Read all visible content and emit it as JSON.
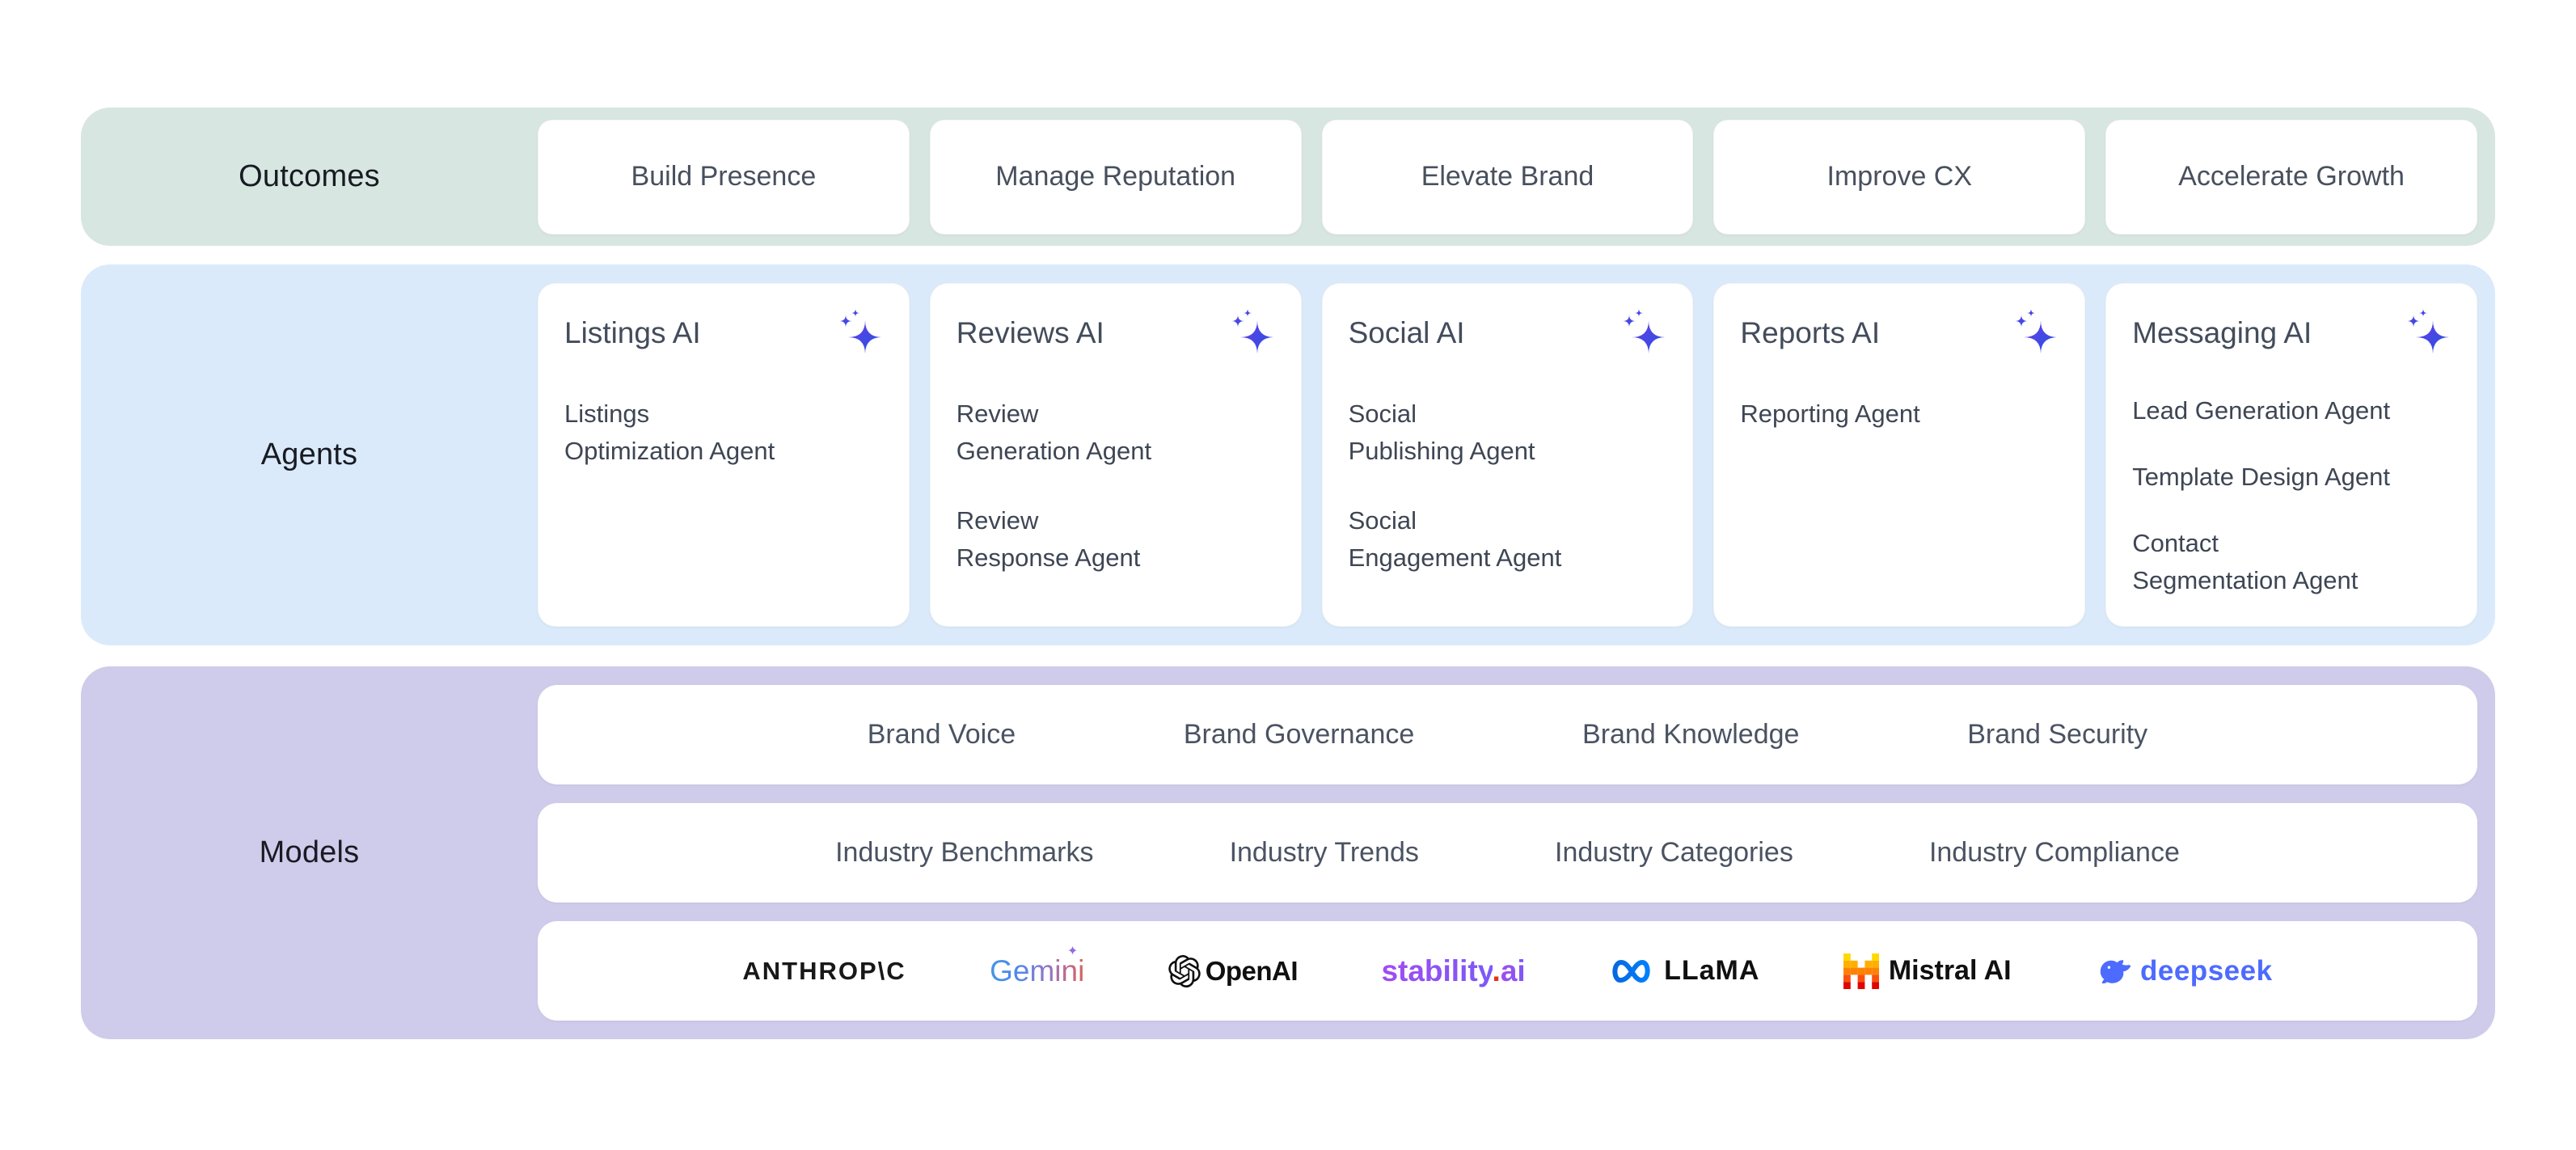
{
  "palette": {
    "outcomes_band": "#d8e6e1",
    "agents_band": "#dbeafb",
    "models_band": "#cfcbea",
    "card_bg": "#ffffff",
    "heading_text": "#171b22",
    "card_text": "#434c5b",
    "sparkle_gradient_start": "#6a3de8",
    "sparkle_gradient_end": "#2153e0",
    "deepseek_blue": "#4d6bfe",
    "stability_purple": "#8a4bf0",
    "stability_dot_red": "#e03616",
    "meta_blue": "#0668e1"
  },
  "rows": {
    "outcomes": {
      "label": "Outcomes",
      "items": [
        "Build Presence",
        "Manage Reputation",
        "Elevate Brand",
        "Improve CX",
        "Accelerate Growth"
      ]
    },
    "agents": {
      "label": "Agents",
      "cards": [
        {
          "title": "Listings AI",
          "sub_agents": [
            {
              "lines": [
                "Listings",
                "Optimization Agent"
              ]
            }
          ]
        },
        {
          "title": "Reviews AI",
          "sub_agents": [
            {
              "lines": [
                "Review",
                "Generation Agent"
              ]
            },
            {
              "lines": [
                "Review",
                "Response Agent"
              ]
            }
          ]
        },
        {
          "title": "Social AI",
          "sub_agents": [
            {
              "lines": [
                "Social",
                "Publishing Agent"
              ]
            },
            {
              "lines": [
                "Social",
                "Engagement Agent"
              ]
            }
          ]
        },
        {
          "title": "Reports AI",
          "sub_agents": [
            {
              "lines": [
                "Reporting Agent"
              ]
            }
          ]
        },
        {
          "title": "Messaging AI",
          "sub_agents": [
            {
              "lines": [
                "Lead Generation Agent"
              ]
            },
            {
              "lines": [
                "Template Design Agent"
              ]
            },
            {
              "lines": [
                "Contact",
                "Segmentation Agent"
              ]
            }
          ]
        }
      ]
    },
    "models": {
      "label": "Models",
      "brand_capabilities": [
        "Brand Voice",
        "Brand Governance",
        "Brand Knowledge",
        "Brand Security"
      ],
      "industry_capabilities": [
        "Industry Benchmarks",
        "Industry Trends",
        "Industry Categories",
        "Industry Compliance"
      ],
      "providers": {
        "anthropic": {
          "text": "ANTHROP\\C"
        },
        "gemini": {
          "text": "Gemini",
          "spark": "✦"
        },
        "openai": {
          "text": "OpenAI"
        },
        "stability": {
          "text_main": "stability",
          "text_dot": ".",
          "text_tail": "ai"
        },
        "llama": {
          "text": "LLaMA"
        },
        "mistral": {
          "text": "Mistral AI"
        },
        "deepseek": {
          "text": "deepseek"
        }
      }
    }
  }
}
